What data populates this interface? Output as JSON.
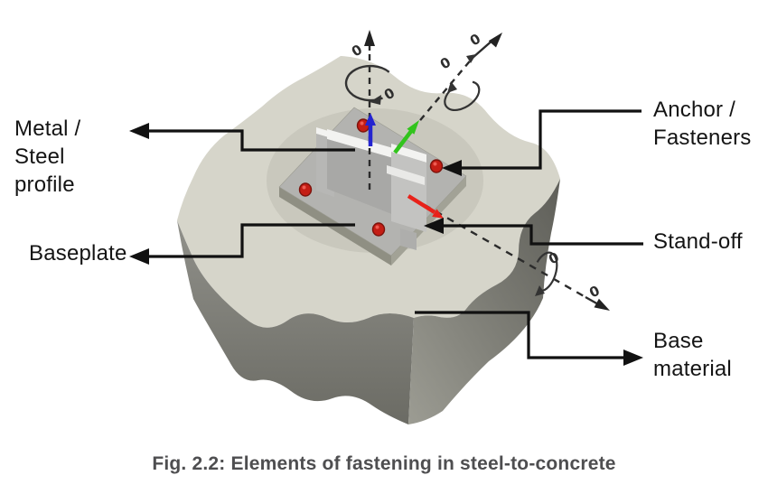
{
  "figure": {
    "caption": "Fig. 2.2: Elements of fastening in steel-to-concrete"
  },
  "labels": {
    "metal_steel_profile": "Metal /\nSteel\nprofile",
    "baseplate": "Baseplate",
    "anchor_fasteners": "Anchor /\nFasteners",
    "standoff": "Stand-off",
    "base_material": "Base\nmaterial"
  },
  "diagram": {
    "rotation_marker_glyph": "0",
    "axis_colors": {
      "vertical": "#2424d0",
      "longitudinal": "#32c41d",
      "transverse": "#e8221a"
    },
    "colors": {
      "concrete_top": "#d6d5ca",
      "concrete_left": "#6d6d66",
      "concrete_right": "#8f8f87",
      "baseplate": "#b3b3b0",
      "steel": "#c3c3c1",
      "steel_edge": "#f3f3f1",
      "anchor": "#c41e15",
      "annotation": "#111111"
    }
  }
}
